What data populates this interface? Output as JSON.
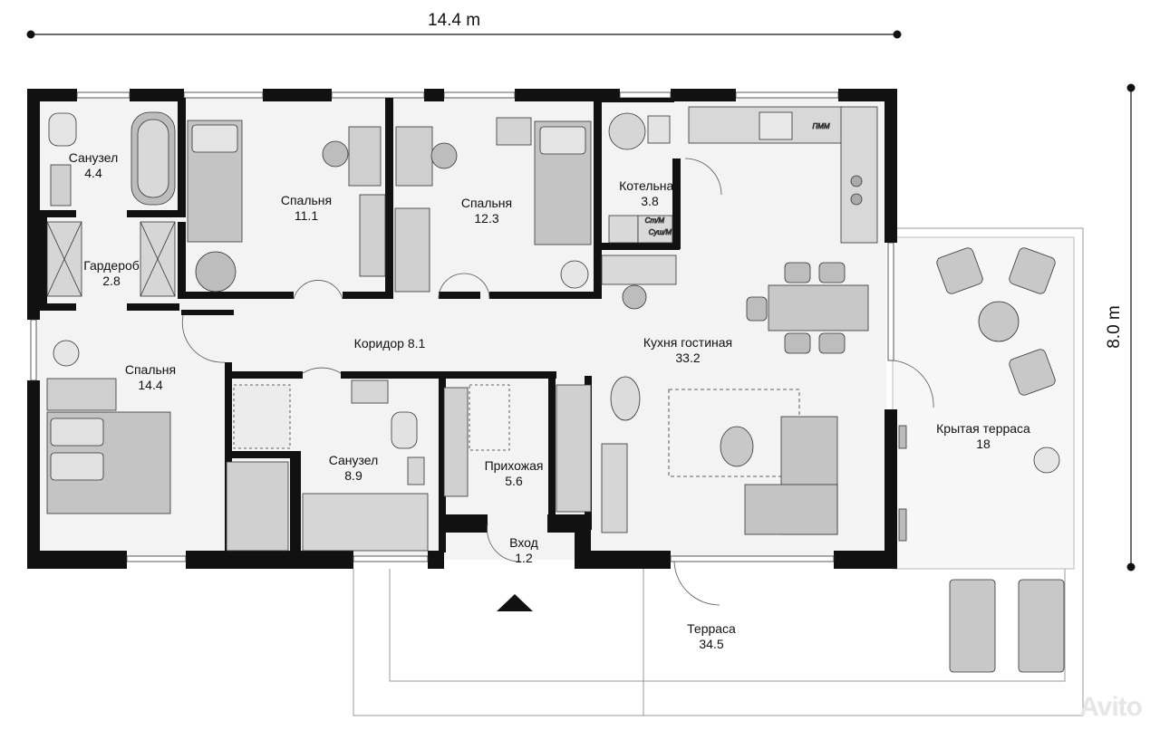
{
  "dimensions": {
    "width_label": "14.4 m",
    "height_label": "8.0 m"
  },
  "rooms": [
    {
      "name": "Санузел",
      "area": "4.4"
    },
    {
      "name": "Гардероб",
      "area": "2.8"
    },
    {
      "name": "Спальня",
      "area": "11.1"
    },
    {
      "name": "Спальня",
      "area": "12.3"
    },
    {
      "name": "Котельная",
      "area": "3.8"
    },
    {
      "name": "Спальня",
      "area": "14.4"
    },
    {
      "name": "Коридор 8.1",
      "area": ""
    },
    {
      "name": "Кухня гостиная",
      "area": "33.2"
    },
    {
      "name": "Санузел",
      "area": "8.9"
    },
    {
      "name": "Прихожая",
      "area": "5.6"
    },
    {
      "name": "Вход",
      "area": "1.2"
    },
    {
      "name": "Крытая терраса",
      "area": "18"
    },
    {
      "name": "Терраса",
      "area": "34.5"
    }
  ],
  "appliances": {
    "washer_label": "Ст/М",
    "dryer_label": "Суш/М",
    "dishwasher_label": "ПММ"
  },
  "watermark": "Avito"
}
